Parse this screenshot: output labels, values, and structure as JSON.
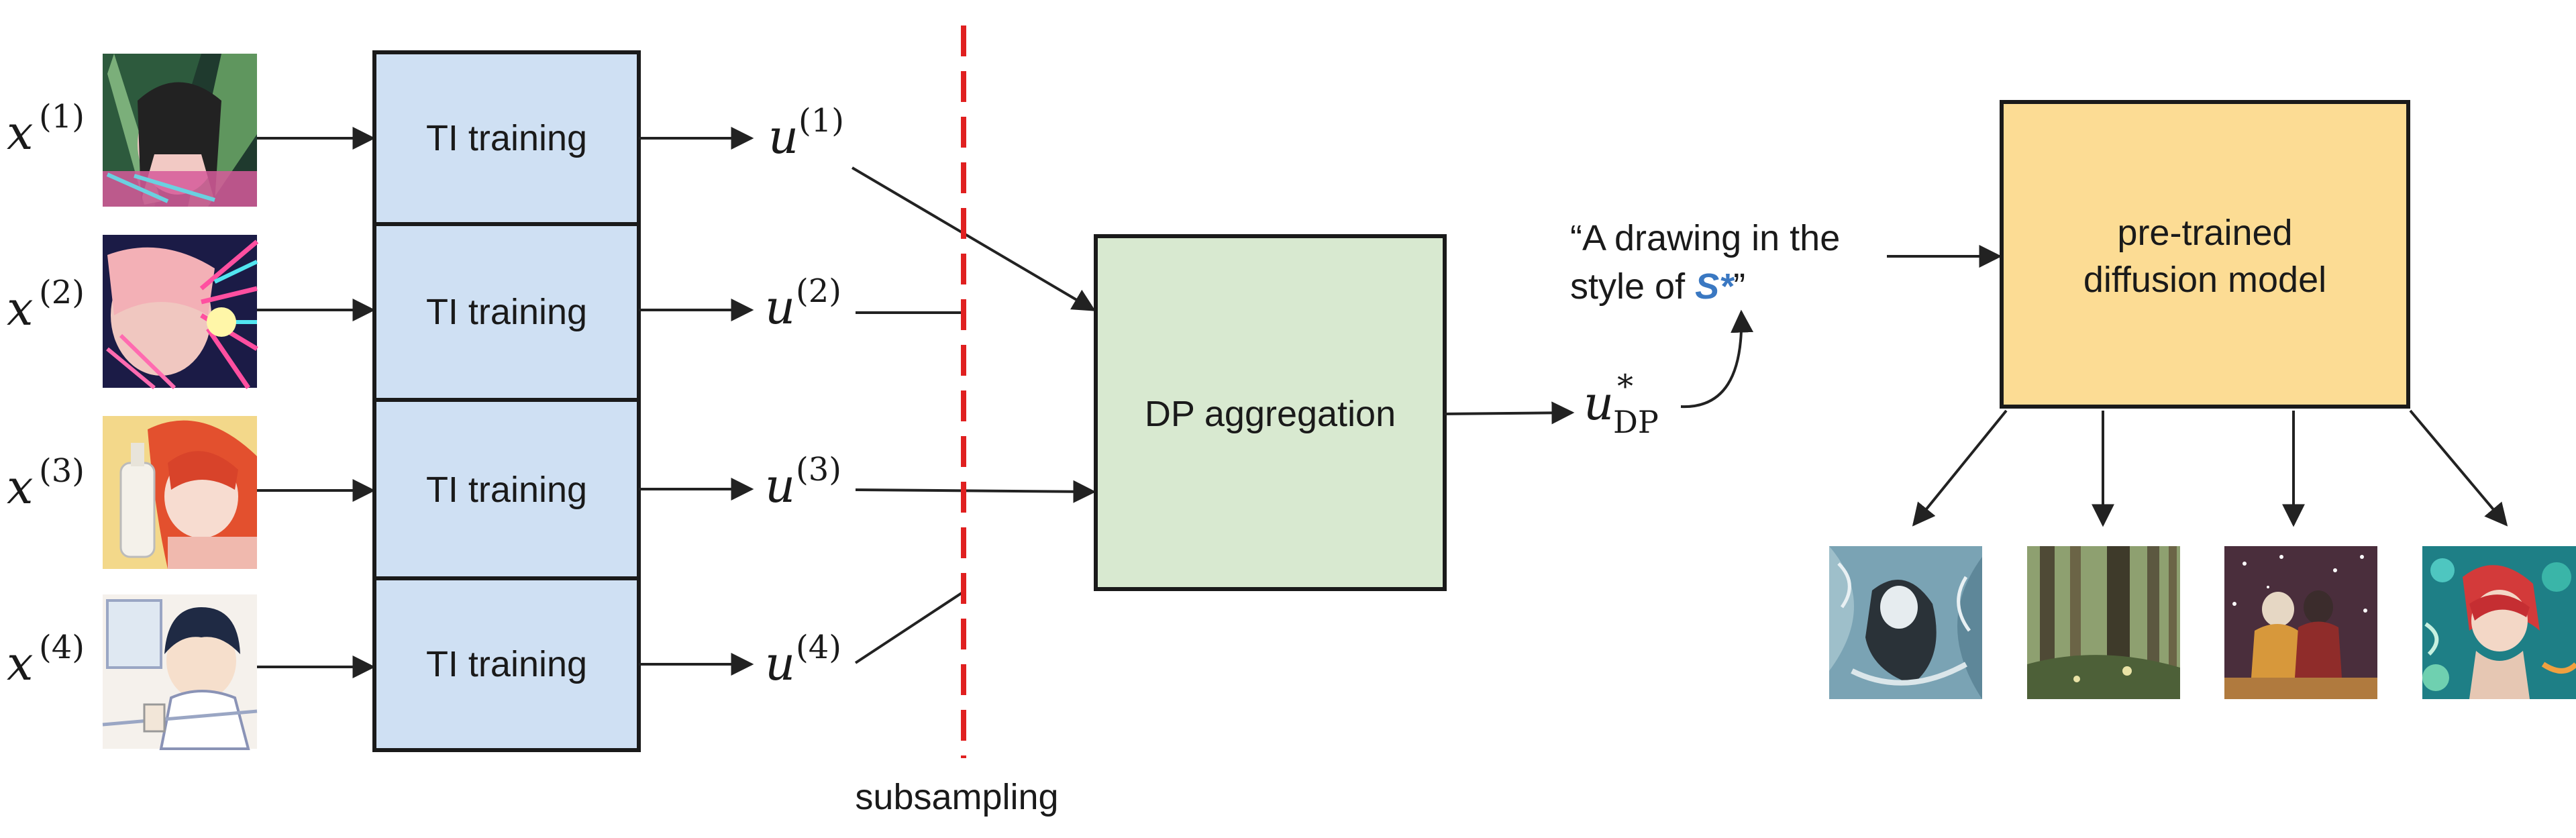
{
  "inputs": [
    {
      "var": "x",
      "sup": "(1)"
    },
    {
      "var": "x",
      "sup": "(2)"
    },
    {
      "var": "x",
      "sup": "(3)"
    },
    {
      "var": "x",
      "sup": "(4)"
    }
  ],
  "training": {
    "label": "TI training"
  },
  "embeddings": [
    {
      "var": "u",
      "sup": "(1)"
    },
    {
      "var": "u",
      "sup": "(2)"
    },
    {
      "var": "u",
      "sup": "(3)"
    },
    {
      "var": "u",
      "sup": "(4)"
    }
  ],
  "subsampling": {
    "label": "subsampling"
  },
  "aggregation": {
    "label": "DP aggregation"
  },
  "dp_output": {
    "var": "u",
    "sup": "*",
    "sub": "DP"
  },
  "prompt": {
    "line1": "“A drawing in the",
    "line2_prefix": "style of ",
    "token": "S*",
    "line2_suffix": "”"
  },
  "model": {
    "line1": "pre-trained",
    "line2": "diffusion model"
  },
  "colors": {
    "training_fill": "#cfe0f3",
    "aggregation_fill": "#d8e9d0",
    "model_fill": "#fcdc94",
    "subsampling_line": "#e02020",
    "token": "#3a78c2"
  }
}
